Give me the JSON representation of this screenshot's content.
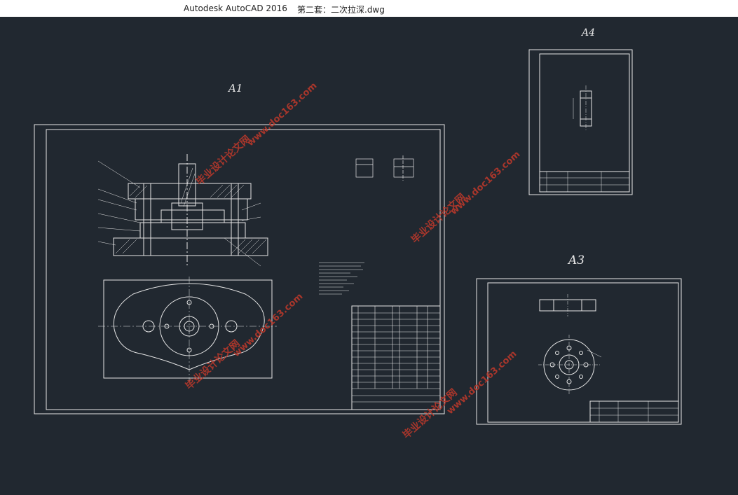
{
  "window": {
    "app_title": "Autodesk AutoCAD 2016",
    "file_name": "第二套：二次拉深.dwg"
  },
  "sheets": {
    "a1": {
      "label": "A1"
    },
    "a4": {
      "label": "A4"
    },
    "a3": {
      "label": "A3"
    }
  },
  "watermark": {
    "site_cn": "毕业设计论文网",
    "site_url": "www.doc163.com"
  },
  "colors": {
    "background": "#212830",
    "lines": "#e6e6e6",
    "watermark": "#c0392b"
  }
}
